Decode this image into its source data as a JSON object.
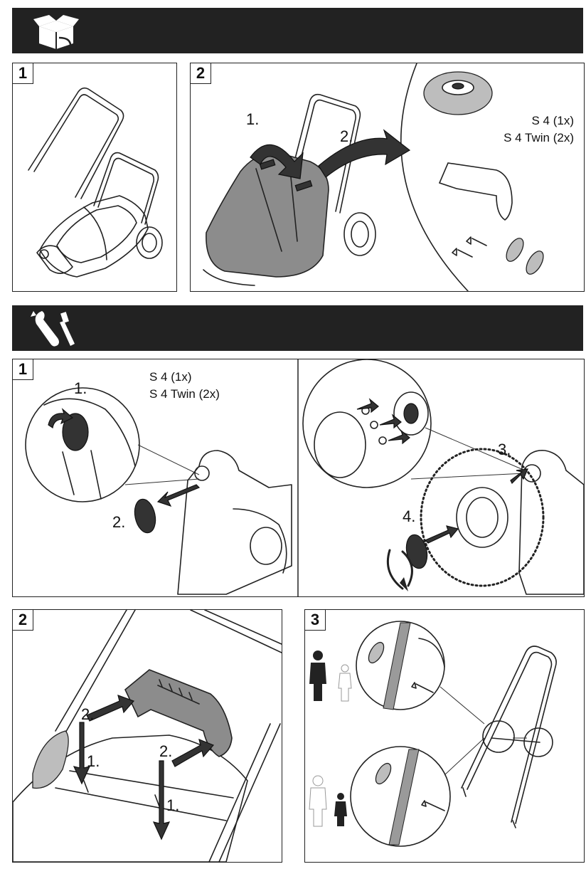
{
  "sections": [
    {
      "icon": "unpacking-box-icon"
    },
    {
      "icon": "wrench-screwdriver-icon"
    }
  ],
  "unpack": {
    "panel1": {
      "number": "1"
    },
    "panel2": {
      "number": "2",
      "step1": "1.",
      "step2": "2.",
      "brush_qty_line1": "S 4 (1x)",
      "brush_qty_line2": "S 4 Twin (2x)"
    }
  },
  "assembly": {
    "panel1": {
      "number": "1",
      "qty_line1": "S 4 (1x)",
      "qty_line2": "S 4 Twin (2x)",
      "step1": "1.",
      "step2": "2.",
      "step3": "3.",
      "step4": "4."
    },
    "panel2": {
      "number": "2",
      "step_left_2": "2.",
      "step_left_1": "1.",
      "step_right_2": "2.",
      "step_right_1": "1."
    },
    "panel3": {
      "number": "3"
    }
  },
  "colors": {
    "band": "#222222",
    "grey_part": "#8c8c8c",
    "outline": "#222222"
  }
}
